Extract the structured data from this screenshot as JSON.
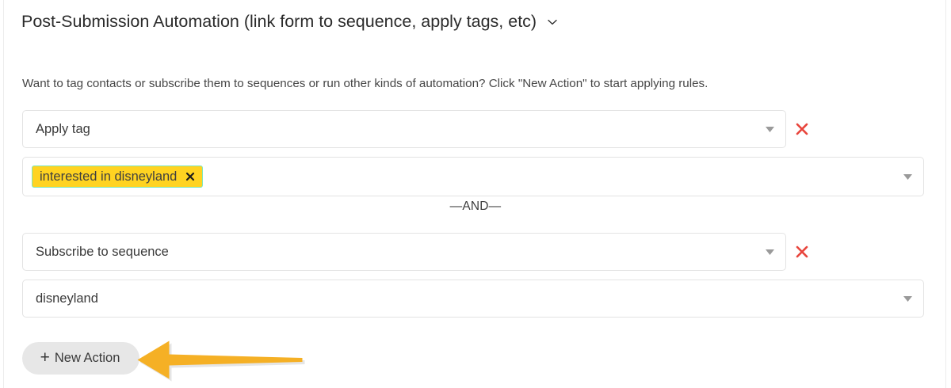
{
  "panel": {
    "title": "Post-Submission Automation (link form to sequence, apply tags, etc)",
    "toggle_icon": "chevron-down-icon",
    "description": "Want to tag contacts or subscribe them to sequences or run other kinds of automation? Click \"New Action\" to start applying rules."
  },
  "actions": [
    {
      "type_value": "Apply tag",
      "remove_icon": "close-icon",
      "dropdown_icon": "caret-down-icon",
      "tags": [
        {
          "label": "interested in disneyland",
          "remove_icon": "close-icon"
        }
      ]
    },
    {
      "type_value": "Subscribe to sequence",
      "remove_icon": "close-icon",
      "dropdown_icon": "caret-down-icon",
      "target_value": "disneyland"
    }
  ],
  "separator": {
    "label": "—AND—"
  },
  "footer": {
    "new_action_plus": "+",
    "new_action_label": "New Action"
  },
  "annotation": {
    "arrow_icon": "arrow-left-icon",
    "arrow_color": "#f5b025"
  },
  "colors": {
    "tag_chip_background": "#ffd321",
    "tag_chip_border": "#7fe6ba",
    "remove_red": "#e8453c",
    "button_background": "#e7e7e7",
    "field_border": "#e3e3e3",
    "annotation_orange": "#f5b025"
  }
}
